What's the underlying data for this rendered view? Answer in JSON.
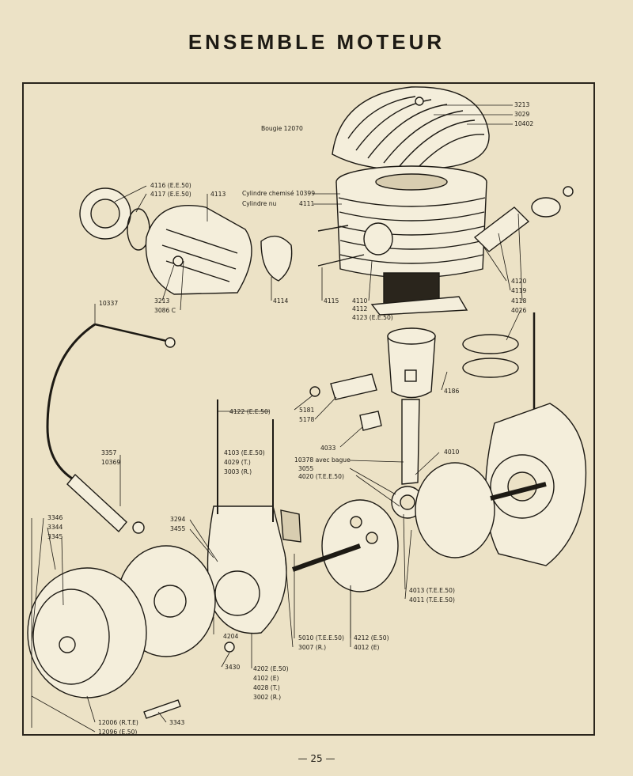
{
  "title": "ENSEMBLE MOTEUR",
  "page_number": "— 25 —",
  "labels": {
    "l3213a": "3213",
    "l3029": "3029",
    "l10402": "10402",
    "bougie": "Bougie 12070",
    "cyl_chemise": "Cylindre chemisé 10399",
    "cyl_nu": "Cylindre nu",
    "l4111": "4111",
    "l4116": "4116 (E.E.50)",
    "l4117": "4117 (E.E.50)",
    "l4113": "4113",
    "l3213b": "3213",
    "l3086": "3086 C",
    "l4114": "4114",
    "l4115": "4115",
    "l4110": "4110",
    "l4112": "4112",
    "l4123": "4123 (E.E.50)",
    "l4120": "4120",
    "l4119": "4119",
    "l4118": "4118",
    "l4026": "4026",
    "l10337": "10337",
    "l4186": "4186",
    "l5181": "5181",
    "l5178": "5178",
    "l4122": "4122 (E.E.50)",
    "l4103": "4103 (E.E.50)",
    "l4029": "4029 (T.)",
    "l3003": "3003 (R.)",
    "l4033": "4033",
    "l10378": "10378 avec bague",
    "l3055": "3055",
    "l4020": "4020 (T.E.E.50)",
    "l4010": "4010",
    "l3357": "3357",
    "l10369": "10369",
    "l3346": "3346",
    "l3344": "3344",
    "l3345": "3345",
    "l3294": "3294",
    "l3455": "3455",
    "l4013": "4013 (T.E.E.50)",
    "l4011": "4011 (T.E.E.50)",
    "l4204": "4204",
    "l5010": "5010 (T.E.E.50)",
    "l3007": "3007 (R.)",
    "l4212": "4212 (E.50)",
    "l4012": "4012 (E)",
    "l3430": "3430",
    "l4202": "4202 (E.50)",
    "l4102": "4102 (E)",
    "l4028": "4028 (T.)",
    "l3002": "3002 (R.)",
    "l12006": "12006 (R.T.E)",
    "l12096": "12096 (E.50)",
    "l3343": "3343"
  },
  "colors": {
    "paper": "#ece2c6",
    "ink": "#1d1a14",
    "part_fill": "#f4eedb"
  }
}
